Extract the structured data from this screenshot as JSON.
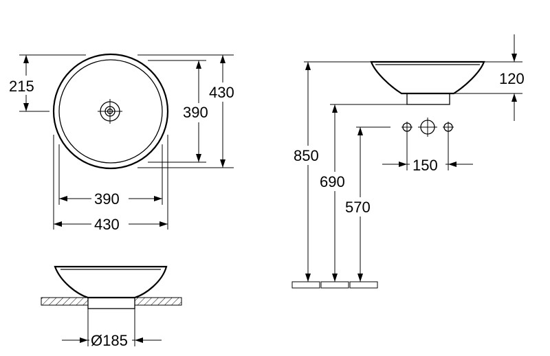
{
  "top_view": {
    "depth_label": "215",
    "outer_depth_label": "430",
    "inner_depth_label": "390",
    "inner_width_label": "390",
    "outer_width_label": "430"
  },
  "side_view": {
    "bowl_height_label": "120",
    "rim_height_label": "850",
    "outlet_height_label": "690",
    "supply_height_label": "570",
    "supply_spacing_label": "150"
  },
  "section_view": {
    "outlet_diameter_label": "Ø185"
  }
}
